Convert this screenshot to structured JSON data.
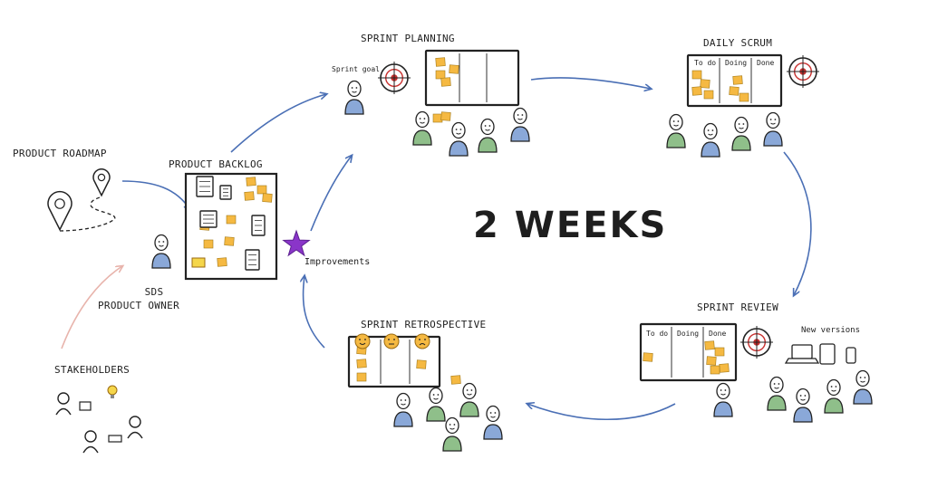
{
  "center": {
    "duration": "2 WEEKS"
  },
  "stages": {
    "sprint_planning": {
      "title": "SPRINT PLANNING",
      "goal_label": "Sprint goal"
    },
    "daily_scrum": {
      "title": "DAILY SCRUM",
      "columns": [
        "To do",
        "Doing",
        "Done"
      ]
    },
    "sprint_review": {
      "title": "SPRINT REVIEW",
      "columns": [
        "To do",
        "Doing",
        "Done"
      ],
      "versions_label": "New versions"
    },
    "sprint_retrospective": {
      "title": "SPRINT RETROSPECTIVE"
    },
    "product_backlog": {
      "title": "PRODUCT BACKLOG"
    },
    "product_roadmap": {
      "title": "PRODUCT ROADMAP"
    },
    "product_owner": {
      "org": "SDS",
      "role": "PRODUCT OWNER"
    },
    "stakeholders": {
      "title": "STAKEHOLDERS"
    },
    "improvements": {
      "label": "Improvements"
    }
  },
  "colors": {
    "arrow": "#4a6fb5",
    "stakeholder_arrow": "#e8b4ac",
    "sticky_note": "#f5b942",
    "target": "#c8302e",
    "star": "#8a35c9",
    "person_fill": "#8fbf8a",
    "person_alt_fill": "#8aa8d8"
  },
  "icons": [
    "target-icon",
    "map-pin-icon",
    "lightbulb-icon",
    "star-icon",
    "laptop-icon",
    "tablet-icon",
    "phone-icon",
    "emoji-face-icon",
    "person-icon"
  ]
}
